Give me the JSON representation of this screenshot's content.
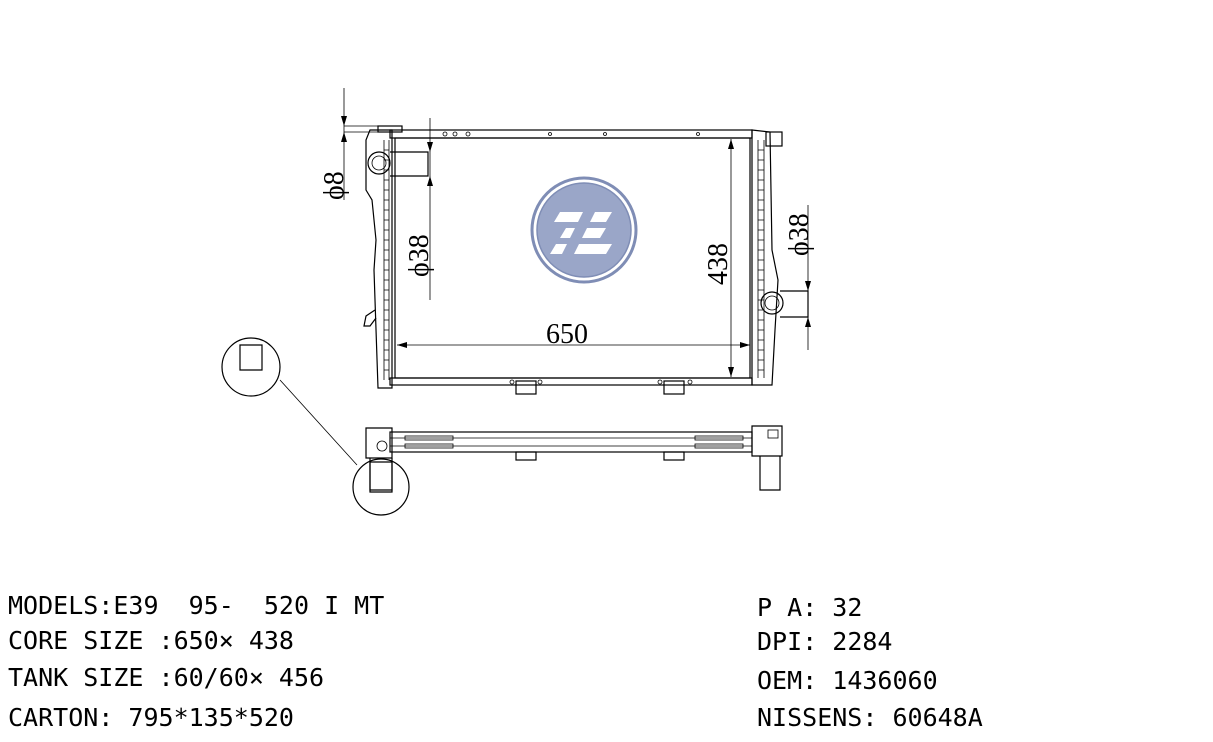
{
  "dimensions": {
    "width_label": "650",
    "height_label": "438",
    "inlet_label": "ϕ38",
    "outlet_label": "ϕ38",
    "small_pipe_label": "ϕ8"
  },
  "specs_left": [
    {
      "label": "MODELS:",
      "value": "E39  95-  520 I MT"
    },
    {
      "label": "CORE SIZE :",
      "value": "650× 438"
    },
    {
      "label": "TANK SIZE :",
      "value": "60/60× 456"
    },
    {
      "label": "CARTON:",
      "value": " 795*135*520"
    }
  ],
  "specs_right": [
    {
      "label": "P A:",
      "value": " 32"
    },
    {
      "label": "DPI:",
      "value": " 2284"
    },
    {
      "label": "OEM:",
      "value": " 1436060"
    },
    {
      "label": "NISSENS:",
      "value": " 60648A"
    }
  ],
  "colors": {
    "logo_fill": "#9aa6c8",
    "logo_stroke": "#7f8db5",
    "line": "#000000"
  },
  "icons": {
    "logo": "brand-logo-icon"
  }
}
